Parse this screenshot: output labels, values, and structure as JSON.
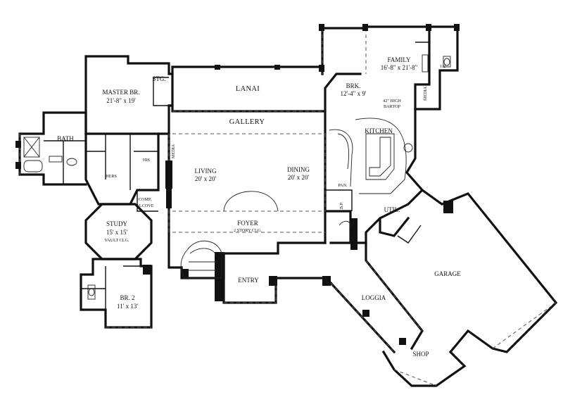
{
  "rooms": {
    "master_br": {
      "name": "MASTER BR.",
      "dims": "21'-8\" x 19'"
    },
    "stg": {
      "name": "STG."
    },
    "lanai": {
      "name": "LANAI"
    },
    "bath": {
      "name": "BATH"
    },
    "his": {
      "name": "HIS"
    },
    "hers": {
      "name": "HERS"
    },
    "media_left": {
      "name": "MEDIA"
    },
    "gallery": {
      "name": "GALLERY"
    },
    "living": {
      "name": "LIVING",
      "dims": "20' x 20'"
    },
    "dining": {
      "name": "DINING",
      "dims": "20' x 20'"
    },
    "comp_alcove": {
      "line1": "COMP.",
      "line2": "ALCOVE"
    },
    "study": {
      "name": "STUDY",
      "dims": "15' x 15'",
      "note": "VAULT CLG."
    },
    "foyer": {
      "name": "FOYER",
      "note": "2 STORY CLG."
    },
    "br2": {
      "name": "BR. 2",
      "dims": "11' x 13'"
    },
    "entry": {
      "name": "ENTRY"
    },
    "loggia": {
      "name": "LOGGIA"
    },
    "brk": {
      "name": "BRK.",
      "dims": "12'-4\" x 9'"
    },
    "family": {
      "name": "FAMILY",
      "dims": "16'-8\" x 21'-8\""
    },
    "half_bath": {
      "name": "1/2"
    },
    "media_right": {
      "name": "MEDIA"
    },
    "bartop": {
      "line1": "42\" HIGH",
      "line2": "BARTOP"
    },
    "kitchen": {
      "name": "KITCHEN"
    },
    "pan": {
      "name": "PAN."
    },
    "bp": {
      "name": "B.P."
    },
    "util": {
      "name": "UTIL."
    },
    "garage": {
      "name": "GARAGE"
    },
    "shop": {
      "name": "SHOP"
    }
  }
}
